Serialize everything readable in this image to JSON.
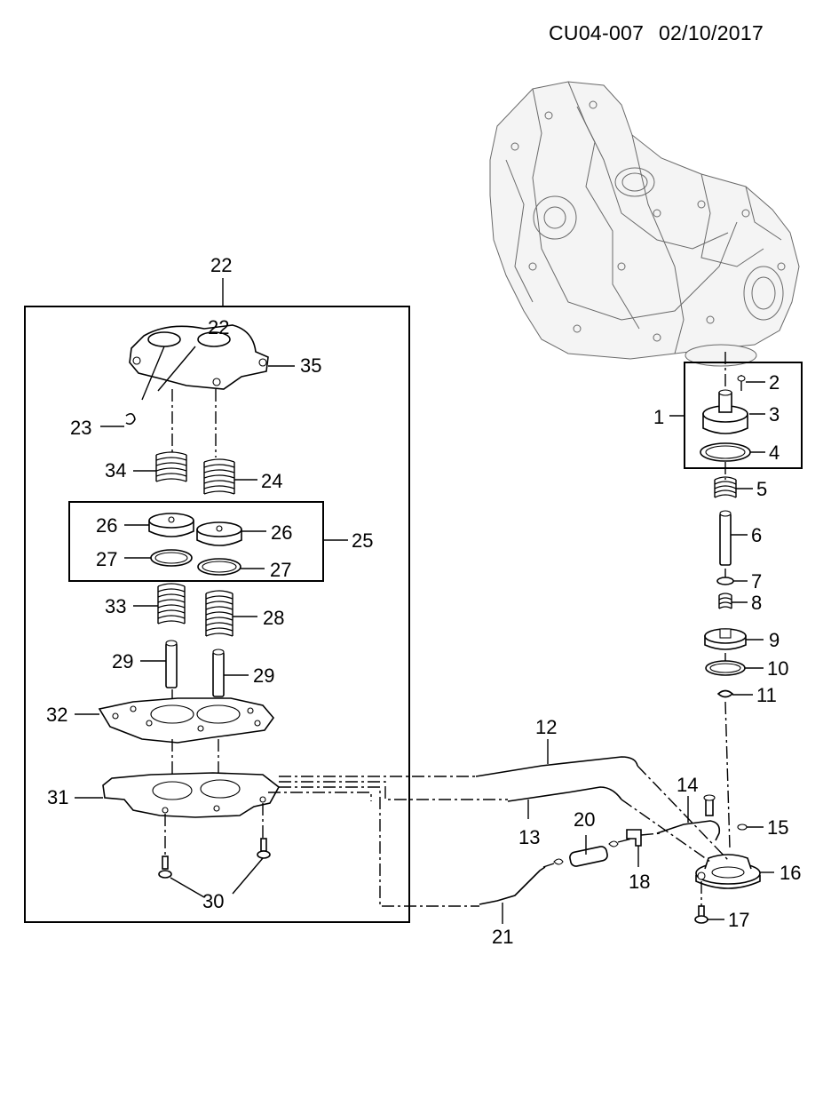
{
  "header": {
    "doc_code": "CU04-007",
    "doc_date": "02/10/2017"
  },
  "callouts": {
    "c1": "1",
    "c2": "2",
    "c3": "3",
    "c4": "4",
    "c5": "5",
    "c6": "6",
    "c7": "7",
    "c8": "8",
    "c9": "9",
    "c10": "10",
    "c11": "11",
    "c12": "12",
    "c13": "13",
    "c14": "14",
    "c15": "15",
    "c16": "16",
    "c17": "17",
    "c18": "18",
    "c20": "20",
    "c21": "21",
    "c22": "22",
    "c23": "23",
    "c24": "24",
    "c25": "25",
    "c26a": "26",
    "c26b": "26",
    "c27a": "27",
    "c27b": "27",
    "c28": "28",
    "c29a": "29",
    "c29b": "29",
    "c30": "30",
    "c31": "31",
    "c32": "32",
    "c33": "33",
    "c34": "34",
    "c35": "35"
  }
}
